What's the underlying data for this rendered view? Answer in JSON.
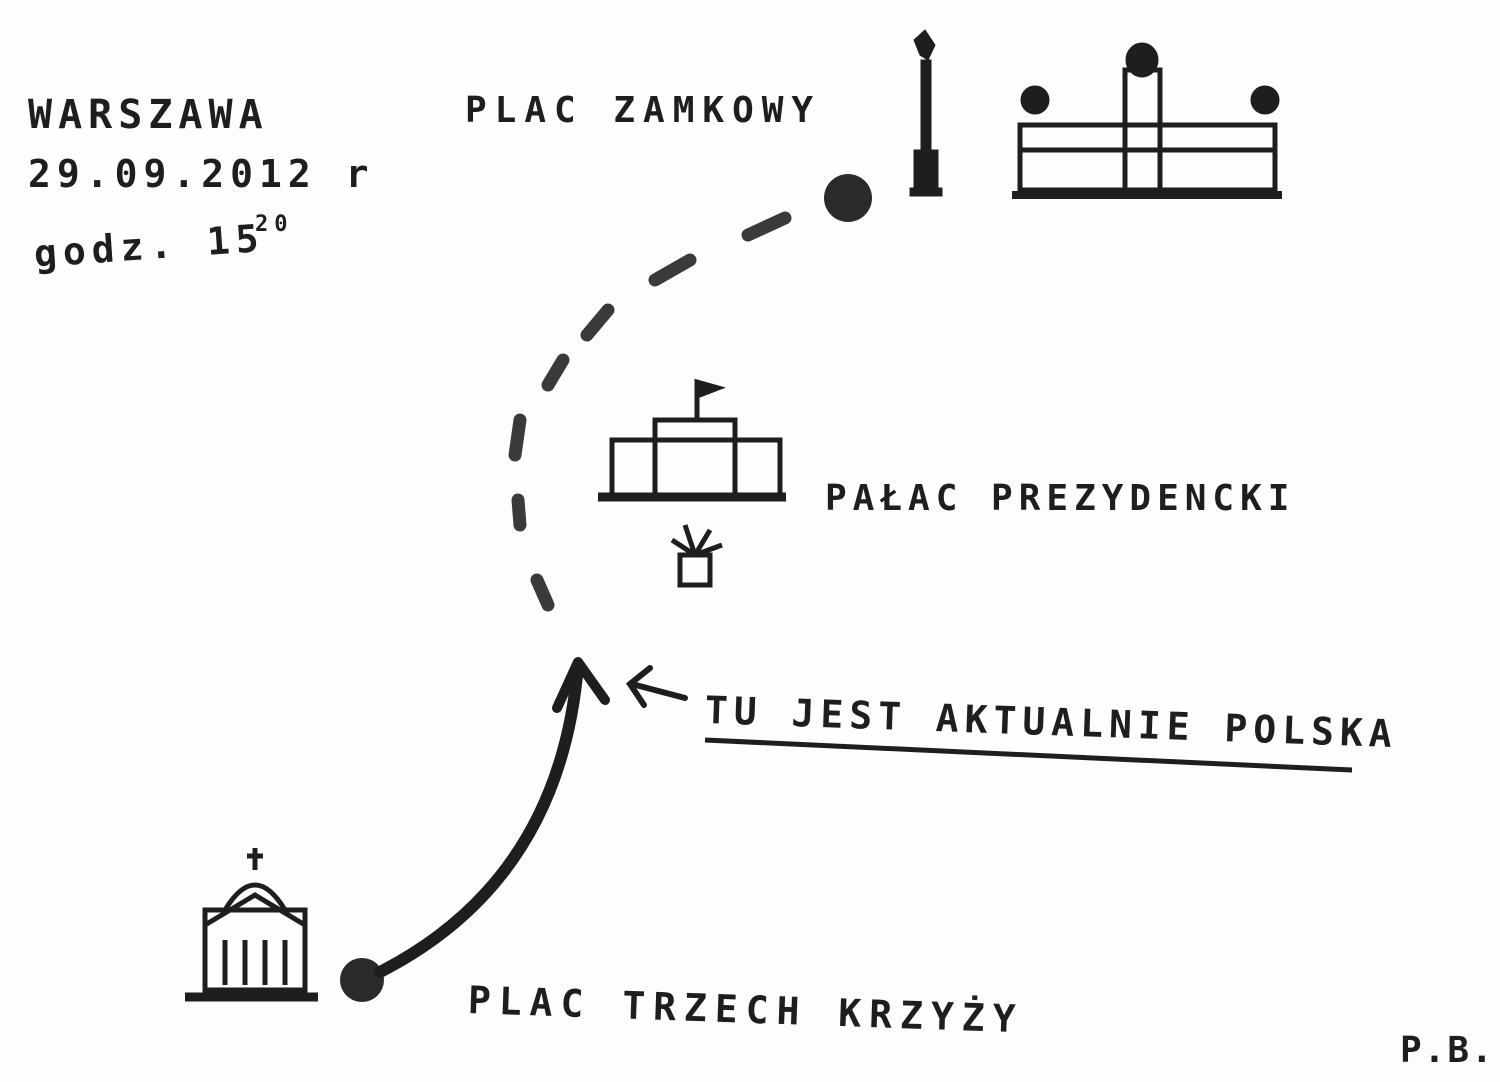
{
  "header": {
    "city": "WARSZAWA",
    "date": "29.09.2012 r",
    "time_prefix": "godz. 15",
    "time_minutes": "20"
  },
  "places": {
    "castle_square": "PLAC ZAMKOWY",
    "presidential_palace": "PAŁAC PREZYDENCKI",
    "three_crosses_square": "PLAC TRZECH KRZYŻY"
  },
  "annotation": "TU JEST AKTUALNIE POLSKA",
  "signature": "P.B.",
  "colors": {
    "ink": "#1e1e1e",
    "paper": "#fdfdfb",
    "dash": "#3a3a3a"
  }
}
